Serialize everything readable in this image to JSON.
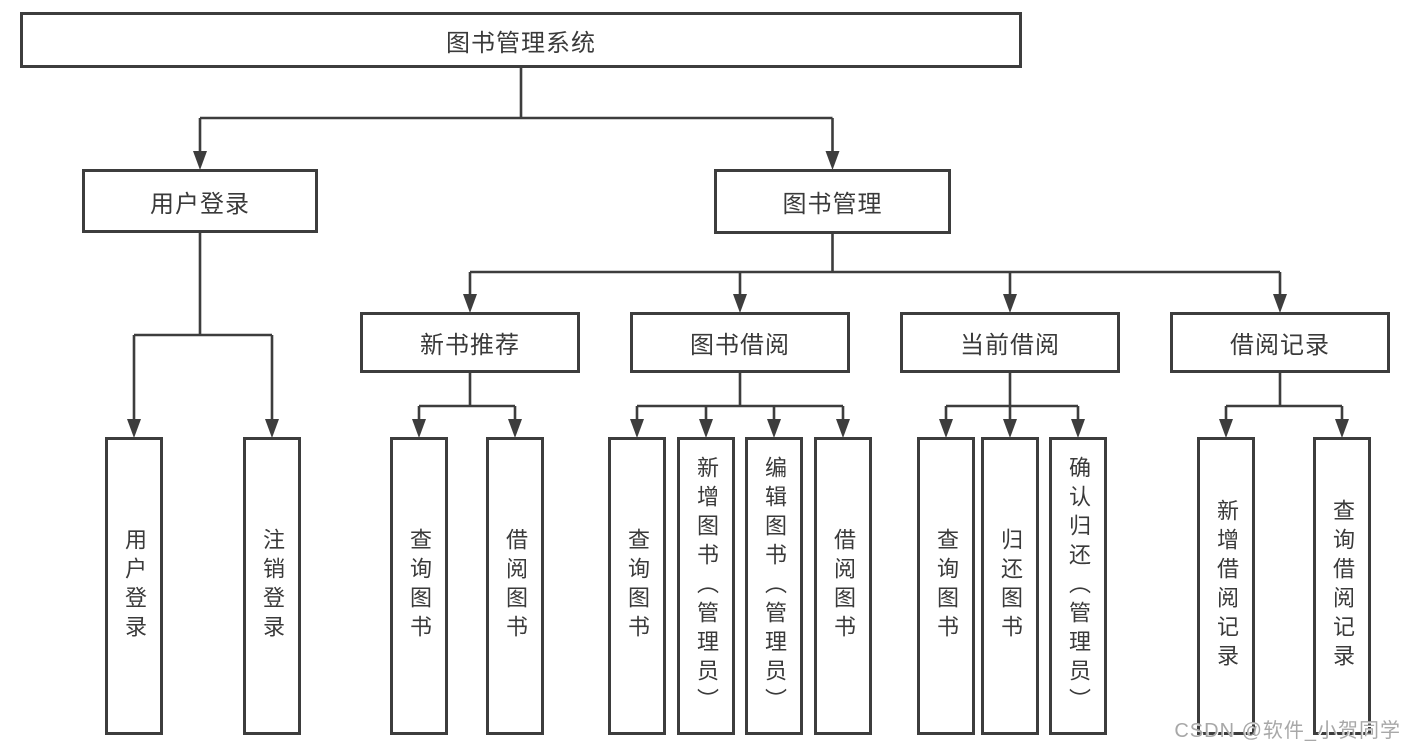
{
  "diagram": {
    "title": "图书管理系统",
    "nodes": [
      {
        "id": "root",
        "label": "图书管理系统",
        "parent": null
      },
      {
        "id": "user-login",
        "label": "用户登录",
        "parent": "root"
      },
      {
        "id": "book-mgmt",
        "label": "图书管理",
        "parent": "root"
      },
      {
        "id": "leaf-user-login",
        "label": "用户登录",
        "parent": "user-login"
      },
      {
        "id": "leaf-logout",
        "label": "注销登录",
        "parent": "user-login"
      },
      {
        "id": "new-book-rec",
        "label": "新书推荐",
        "parent": "book-mgmt"
      },
      {
        "id": "book-borrow",
        "label": "图书借阅",
        "parent": "book-mgmt"
      },
      {
        "id": "current-borrow",
        "label": "当前借阅",
        "parent": "book-mgmt"
      },
      {
        "id": "borrow-records",
        "label": "借阅记录",
        "parent": "book-mgmt"
      },
      {
        "id": "nbr-query",
        "label": "查询图书",
        "parent": "new-book-rec"
      },
      {
        "id": "nbr-borrow",
        "label": "借阅图书",
        "parent": "new-book-rec"
      },
      {
        "id": "bb-query",
        "label": "查询图书",
        "parent": "book-borrow"
      },
      {
        "id": "bb-add",
        "label": "新增图书（管理员）",
        "parent": "book-borrow"
      },
      {
        "id": "bb-edit",
        "label": "编辑图书（管理员）",
        "parent": "book-borrow"
      },
      {
        "id": "bb-borrow",
        "label": "借阅图书",
        "parent": "book-borrow"
      },
      {
        "id": "cb-query",
        "label": "查询图书",
        "parent": "current-borrow"
      },
      {
        "id": "cb-return",
        "label": "归还图书",
        "parent": "current-borrow"
      },
      {
        "id": "cb-confirm",
        "label": "确认归还（管理员）",
        "parent": "current-borrow"
      },
      {
        "id": "br-add",
        "label": "新增借阅记录",
        "parent": "borrow-records"
      },
      {
        "id": "br-query",
        "label": "查询借阅记录",
        "parent": "borrow-records"
      }
    ]
  },
  "watermark": {
    "text": "CSDN @软件_小贺同学"
  },
  "colors": {
    "line": "#3d3d3d",
    "text": "#3a3a3a",
    "background": "#ffffff",
    "watermark": "#a8a8a8"
  }
}
